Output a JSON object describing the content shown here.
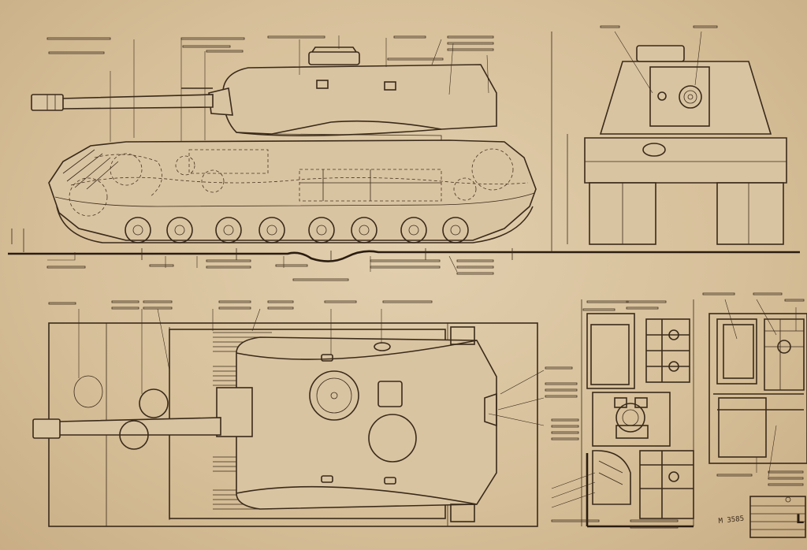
{
  "document": {
    "type": "technical drawing",
    "views": [
      "side-elevation",
      "front-elevation",
      "top-plan",
      "section-detail-left",
      "section-detail-right"
    ]
  },
  "stamp": {
    "number": "M 3585",
    "corner_letter": "L"
  }
}
